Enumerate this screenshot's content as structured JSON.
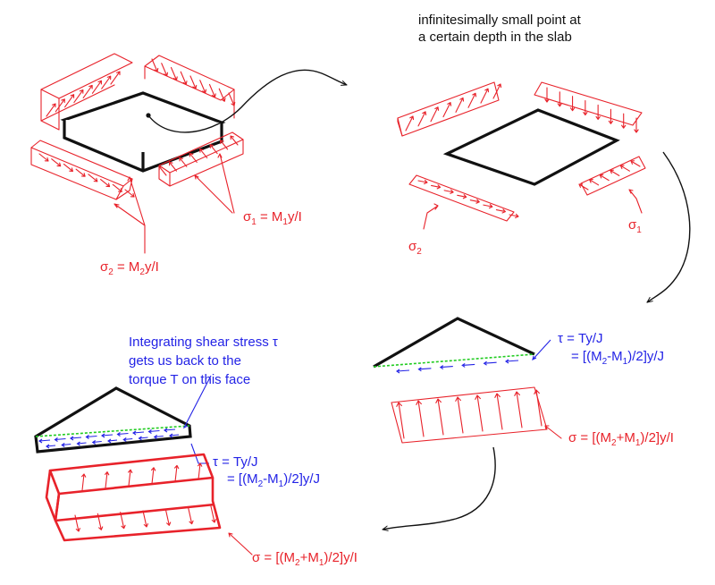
{
  "colors": {
    "stress": "#e8222a",
    "shear": "#2323e6",
    "plane": "#22cc22",
    "slab": "#111111"
  },
  "labels": {
    "point_note": [
      "infinitesimally small point at",
      "a certain depth in the slab"
    ],
    "sigma1_eq": {
      "sym": "σ",
      "sub": "1",
      "eq": " = M",
      "sub2": "1",
      "tail": "y/I"
    },
    "sigma2_eq": {
      "sym": "σ",
      "sub": "2",
      "eq": " = M",
      "sub2": "2",
      "tail": "y/I"
    },
    "sigma1": {
      "sym": "σ",
      "sub": "1"
    },
    "sigma2": {
      "sym": "σ",
      "sub": "2"
    },
    "tau_right": {
      "line1": "τ = Ty/J",
      "l2a": "= [(M",
      "l2s1": "2",
      "l2b": "-M",
      "l2s2": "1",
      "l2c": ")/2]y/J"
    },
    "sigma_right": {
      "a": "σ = [(M",
      "s1": "2",
      "b": "+M",
      "s2": "1",
      "c": ")/2]y/I"
    },
    "integrate_note": [
      "Integrating shear stress τ",
      "gets us back to the",
      "torque T on this face"
    ],
    "tau_left": {
      "line1": "τ = Ty/J",
      "l2a": "= [(M",
      "l2s1": "2",
      "l2b": "-M",
      "l2s2": "1",
      "l2c": ")/2]y/J"
    },
    "sigma_left": {
      "a": "σ = [(M",
      "s1": "2",
      "b": "+M",
      "s2": "1",
      "c": ")/2]y/I"
    }
  }
}
